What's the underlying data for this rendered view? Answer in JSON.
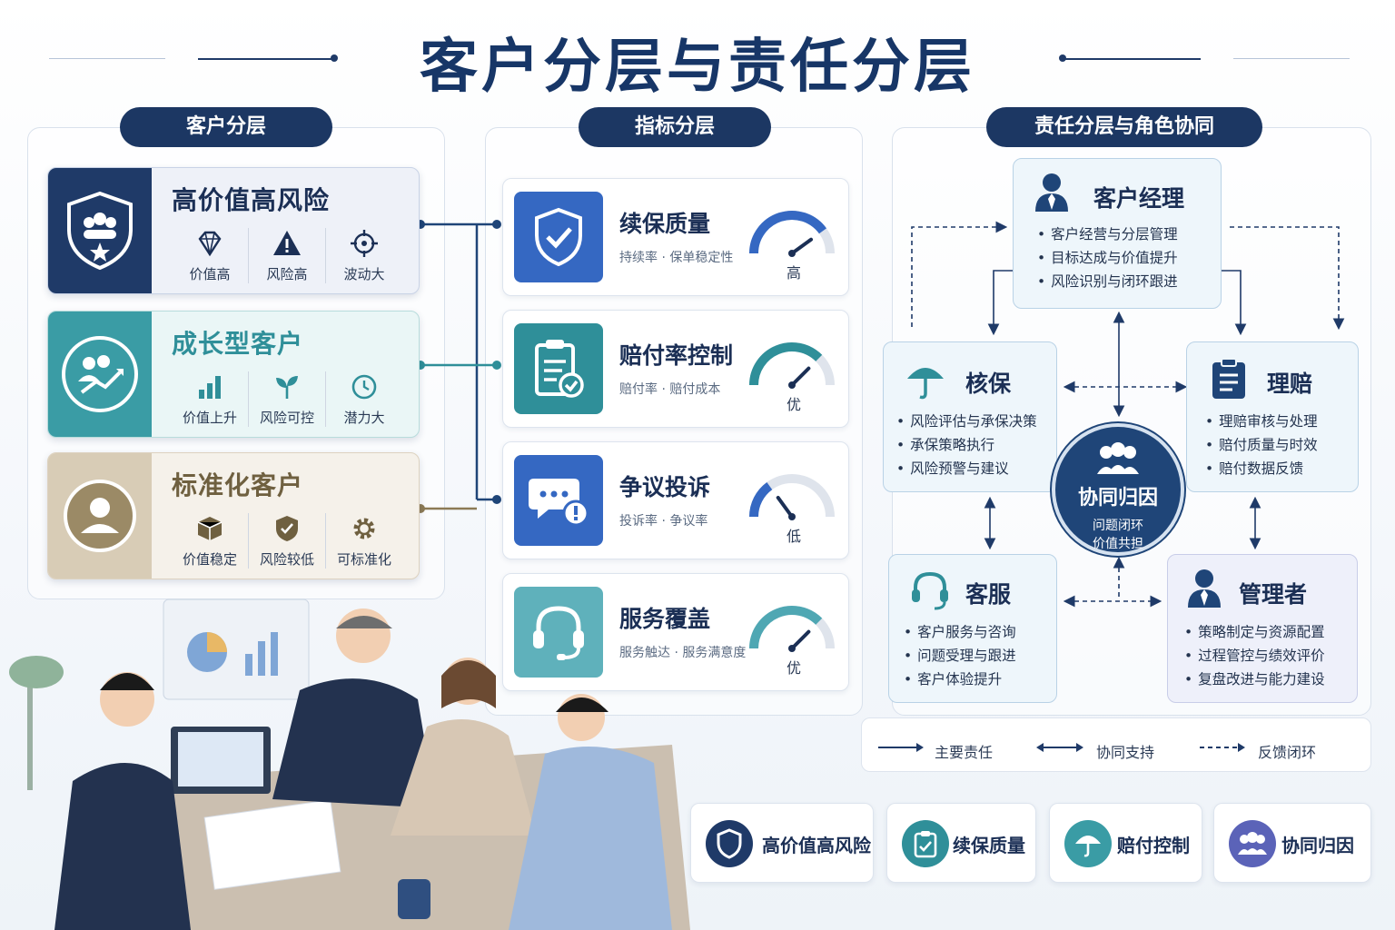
{
  "title": "客户分层与责任分层",
  "sections": {
    "customer": "客户分层",
    "metrics": "指标分层",
    "roles": "责任分层与角色协同"
  },
  "segments": [
    {
      "name": "高价值高风险",
      "color": "#1f3a68",
      "attrs": [
        "价值高",
        "风险高",
        "波动大"
      ]
    },
    {
      "name": "成长型客户",
      "color": "#2f8f99",
      "attrs": [
        "价值上升",
        "风险可控",
        "潜力大"
      ]
    },
    {
      "name": "标准化客户",
      "color": "#8c7a55",
      "attrs": [
        "价值稳定",
        "风险较低",
        "可标准化"
      ]
    }
  ],
  "metrics": [
    {
      "name": "续保质量",
      "sub": "持续率 · 保单稳定性",
      "level": "高",
      "fill": 0.8,
      "color": "#3568c2"
    },
    {
      "name": "赔付率控制",
      "sub": "赔付率 · 赔付成本",
      "level": "优",
      "fill": 0.75,
      "color": "#2f8f99"
    },
    {
      "name": "争议投诉",
      "sub": "投诉率 · 争议率",
      "level": "低",
      "fill": 0.3,
      "color": "#3568c2"
    },
    {
      "name": "服务覆盖",
      "sub": "服务触达 · 服务满意度",
      "level": "优",
      "fill": 0.75,
      "color": "#4fa7b3"
    }
  ],
  "roles": {
    "manager": {
      "title": "客户经理",
      "items": [
        "客户经营与分层管理",
        "目标达成与价值提升",
        "风险识别与闭环跟进"
      ]
    },
    "underwriting": {
      "title": "核保",
      "items": [
        "风险评估与承保决策",
        "承保策略执行",
        "风险预警与建议"
      ]
    },
    "claims": {
      "title": "理赔",
      "items": [
        "理赔审核与处理",
        "赔付质量与时效",
        "赔付数据反馈"
      ]
    },
    "service": {
      "title": "客服",
      "items": [
        "客户服务与咨询",
        "问题受理与跟进",
        "客户体验提升"
      ]
    },
    "admin": {
      "title": "管理者",
      "items": [
        "策略制定与资源配置",
        "过程管控与绩效评价",
        "复盘改进与能力建设"
      ]
    },
    "center": {
      "title": "协同归因",
      "line1": "问题闭环",
      "line2": "价值共担"
    }
  },
  "legend": {
    "primary": "主要责任",
    "support": "协同支持",
    "feedback": "反馈闭环"
  },
  "chips": [
    "高价值高风险",
    "续保质量",
    "赔付控制",
    "协同归因"
  ],
  "icons": [
    "shield-team-icon",
    "diamond-icon",
    "warning-icon",
    "target-icon",
    "team-growth-icon",
    "bar-chart-icon",
    "sprout-icon",
    "clock-icon",
    "person-icon",
    "box-icon",
    "shield-check-icon",
    "gear-icon",
    "checkmark-shield-icon",
    "clipboard-check-icon",
    "chat-alert-icon",
    "headset-icon",
    "umbrella-icon",
    "clipboard-icon",
    "businessman-icon"
  ]
}
